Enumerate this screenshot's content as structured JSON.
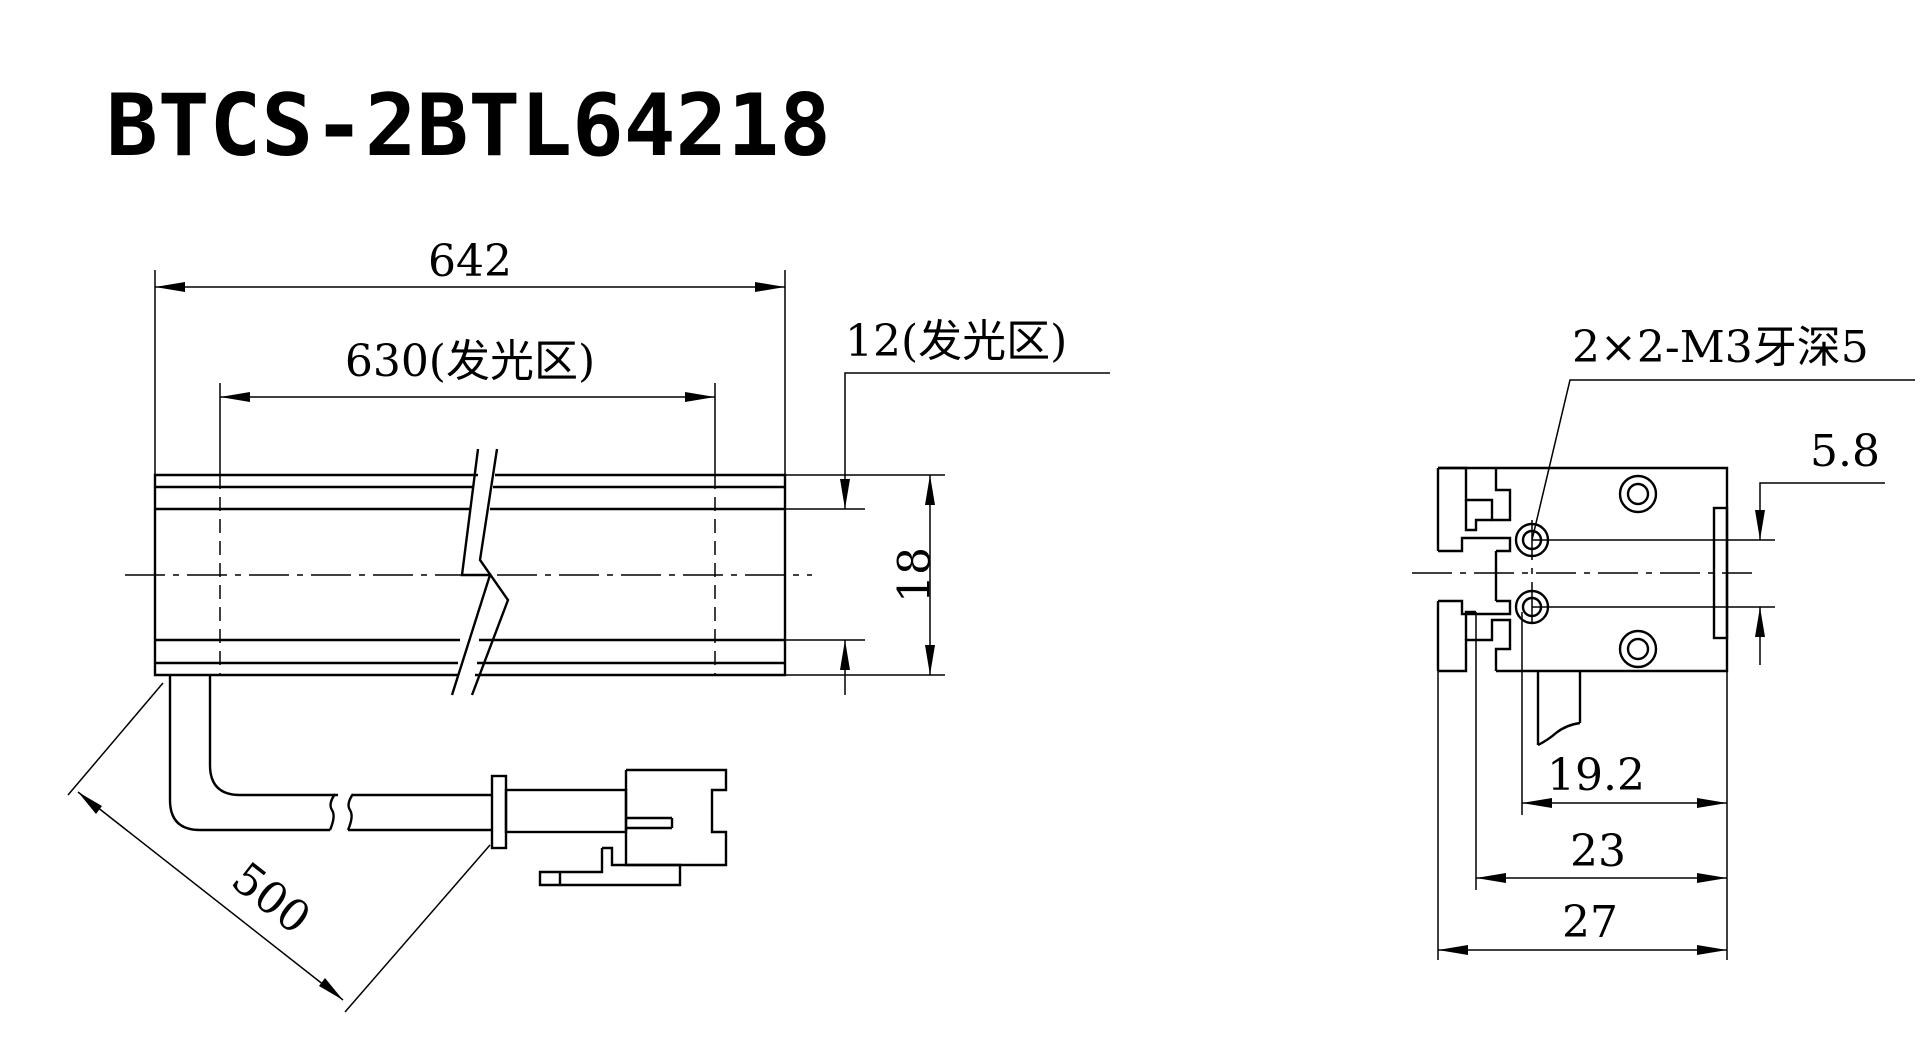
{
  "title": "BTCS-2BTL64218",
  "front_view": {
    "overall_length": "642",
    "light_area_length": "630(发光区)",
    "light_area_width": "12(发光区)",
    "height": "18",
    "cable_length": "500"
  },
  "side_view": {
    "thread_note": "2×2-M3牙深5",
    "hole_offset": "5.8",
    "width_inner": "19.2",
    "width_mid": "23",
    "width_total": "27"
  }
}
